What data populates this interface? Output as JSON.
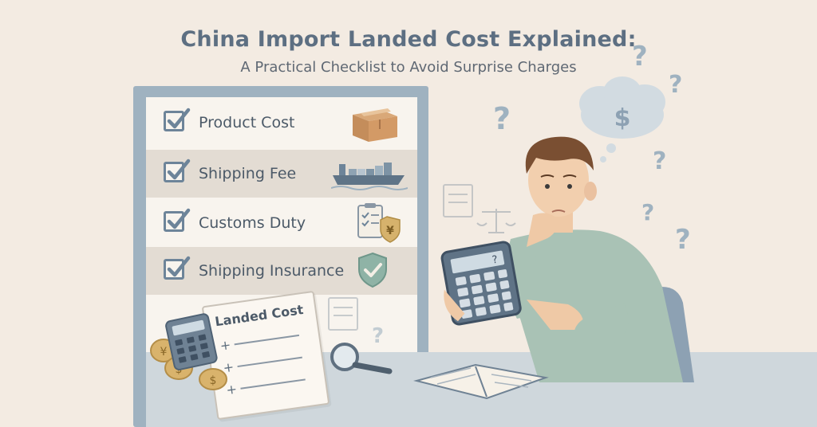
{
  "header": {
    "title": "China Import Landed Cost Explained:",
    "subtitle": "A Practical Checklist to Avoid Surprise Charges"
  },
  "checklist": {
    "items": [
      {
        "label": "Product Cost",
        "icon": "box-icon",
        "checked": true
      },
      {
        "label": "Shipping Fee",
        "icon": "cargo-ship-icon",
        "checked": true
      },
      {
        "label": "Customs Duty",
        "icon": "customs-clipboard-yen-icon",
        "checked": true
      },
      {
        "label": "Shipping Insurance",
        "icon": "shield-check-icon",
        "checked": true
      }
    ]
  },
  "document": {
    "title": "Landed Cost"
  },
  "colors": {
    "background": "#f3ebe2",
    "panel_frame": "#9fb2c0",
    "title_text": "#5d6f82",
    "check_blue": "#6d8499",
    "shirt_green": "#a9c2b5"
  },
  "decorations": [
    "question-mark-icon",
    "dollar-thought-cloud-icon",
    "coin-icon",
    "calculator-icon",
    "magnifier-icon",
    "notebook-icon",
    "scales-icon"
  ]
}
